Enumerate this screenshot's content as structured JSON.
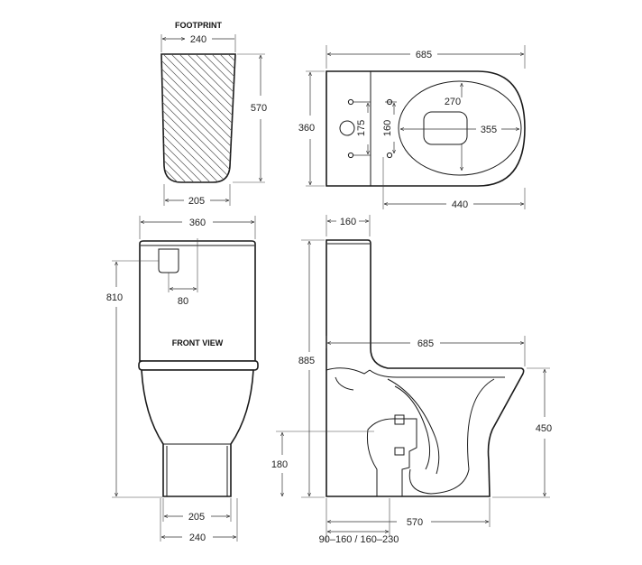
{
  "footprint": {
    "title": "FOOTPRINT",
    "width_top": "240",
    "depth": "570",
    "width_bottom": "205"
  },
  "top_view": {
    "length": "685",
    "width": "360",
    "hole_spacing": "175",
    "hole_offset": "160",
    "seat_width": "270",
    "seat_depth": "355",
    "set_out": "440"
  },
  "front_view": {
    "title": "FRONT VIEW",
    "width": "360",
    "height": "810",
    "button_offset": "80",
    "base_inner": "205",
    "base_outer": "240"
  },
  "side_view": {
    "cistern_depth": "160",
    "total_height": "885",
    "length": "685",
    "seat_height": "450",
    "outlet_height": "180",
    "base_length": "570",
    "outlet_range": "90–160 / 160–230"
  }
}
